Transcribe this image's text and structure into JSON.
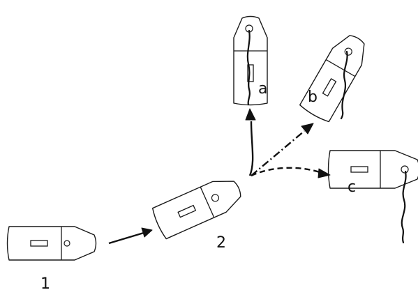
{
  "labels": {
    "stage_1": "1",
    "stage_2": "2",
    "outcome_a": "a",
    "outcome_b": "b",
    "outcome_c": "c"
  },
  "arrows": {
    "to_stage_2": "solid",
    "to_a": "solid",
    "to_b": "dash-dot",
    "to_c": "dashed"
  },
  "colors": {
    "line": "#1a1a1a",
    "background": "#ffffff"
  }
}
